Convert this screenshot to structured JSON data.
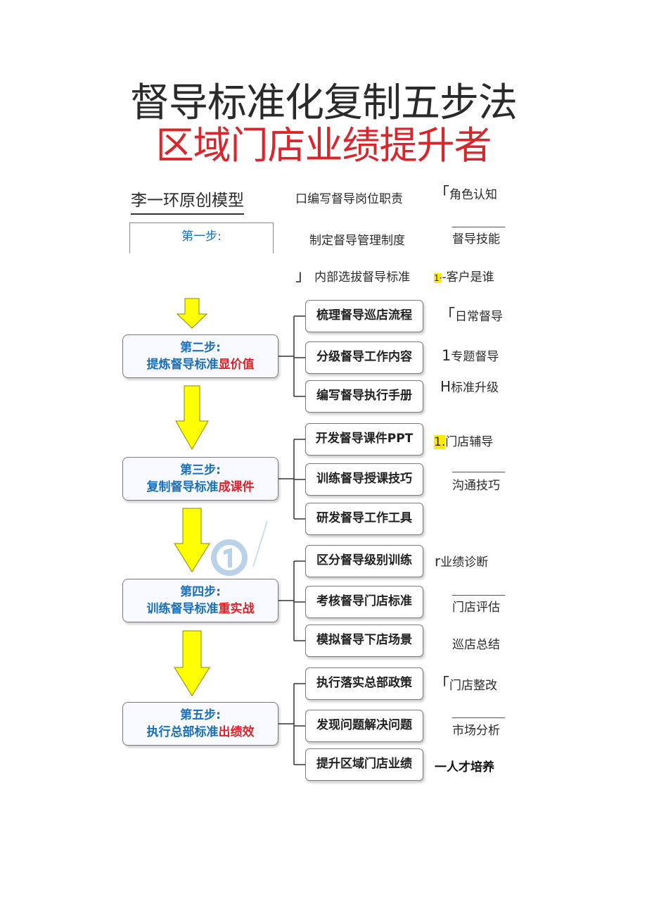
{
  "title": {
    "main": "督导标准化复制五步法",
    "sub": "区域门店业绩提升者"
  },
  "model_label": "李一环原创模型",
  "step1": {
    "label": "第一步:",
    "tasks": [
      "口编写督导岗位职责",
      "制定督导管理制度",
      "内部选拔督导标准"
    ]
  },
  "steps": [
    {
      "line1": "第二步:",
      "line2_plain": "提炼督导标准",
      "line2_red": "显价值",
      "tasks": [
        "梳理督导巡店流程",
        "分级督导工作内容",
        "编写督导执行手册"
      ]
    },
    {
      "line1": "第三步:",
      "line2_plain": "复制督导标准",
      "line2_red": "成课件",
      "tasks": [
        "开发督导课件PPT",
        "训练督导授课技巧",
        "研发督导工作工具"
      ]
    },
    {
      "line1": "第四步:",
      "line2_plain": "训练督导标准",
      "line2_red": "重实战",
      "tasks": [
        "区分督导级别训练",
        "考核督导门店标准",
        "模拟督导下店场景"
      ]
    },
    {
      "line1": "第五步:",
      "line2_plain": "执行总部标准",
      "line2_red": "出绩效",
      "tasks": [
        "执行落实总部政策",
        "发现问题解决问题",
        "提升区域门店业绩"
      ]
    }
  ],
  "right_items": {
    "r1": "角色认知",
    "r2": "督导技能",
    "r3_prefix": "1·",
    "r3": "-客户是谁",
    "r4": "日常督导",
    "r5_prefix": "1",
    "r5": "专题督导",
    "r6_prefix": "H",
    "r6": "标准升级",
    "r7_prefix": "1.",
    "r7": "门店辅导",
    "r8": "沟通技巧",
    "r9_prefix": "r",
    "r9": "业绩诊断",
    "r10": "门店评估",
    "r11": "巡店总结",
    "r12": "门店整改",
    "r13": "市场分析",
    "r14": "一人才培养"
  },
  "colors": {
    "step_blue": "#1b6fb8",
    "step_red": "#d9242b",
    "arrow_yellow": "#ffff00",
    "arrow_outline": "#8a8a00",
    "title_red": "#d7262c"
  }
}
